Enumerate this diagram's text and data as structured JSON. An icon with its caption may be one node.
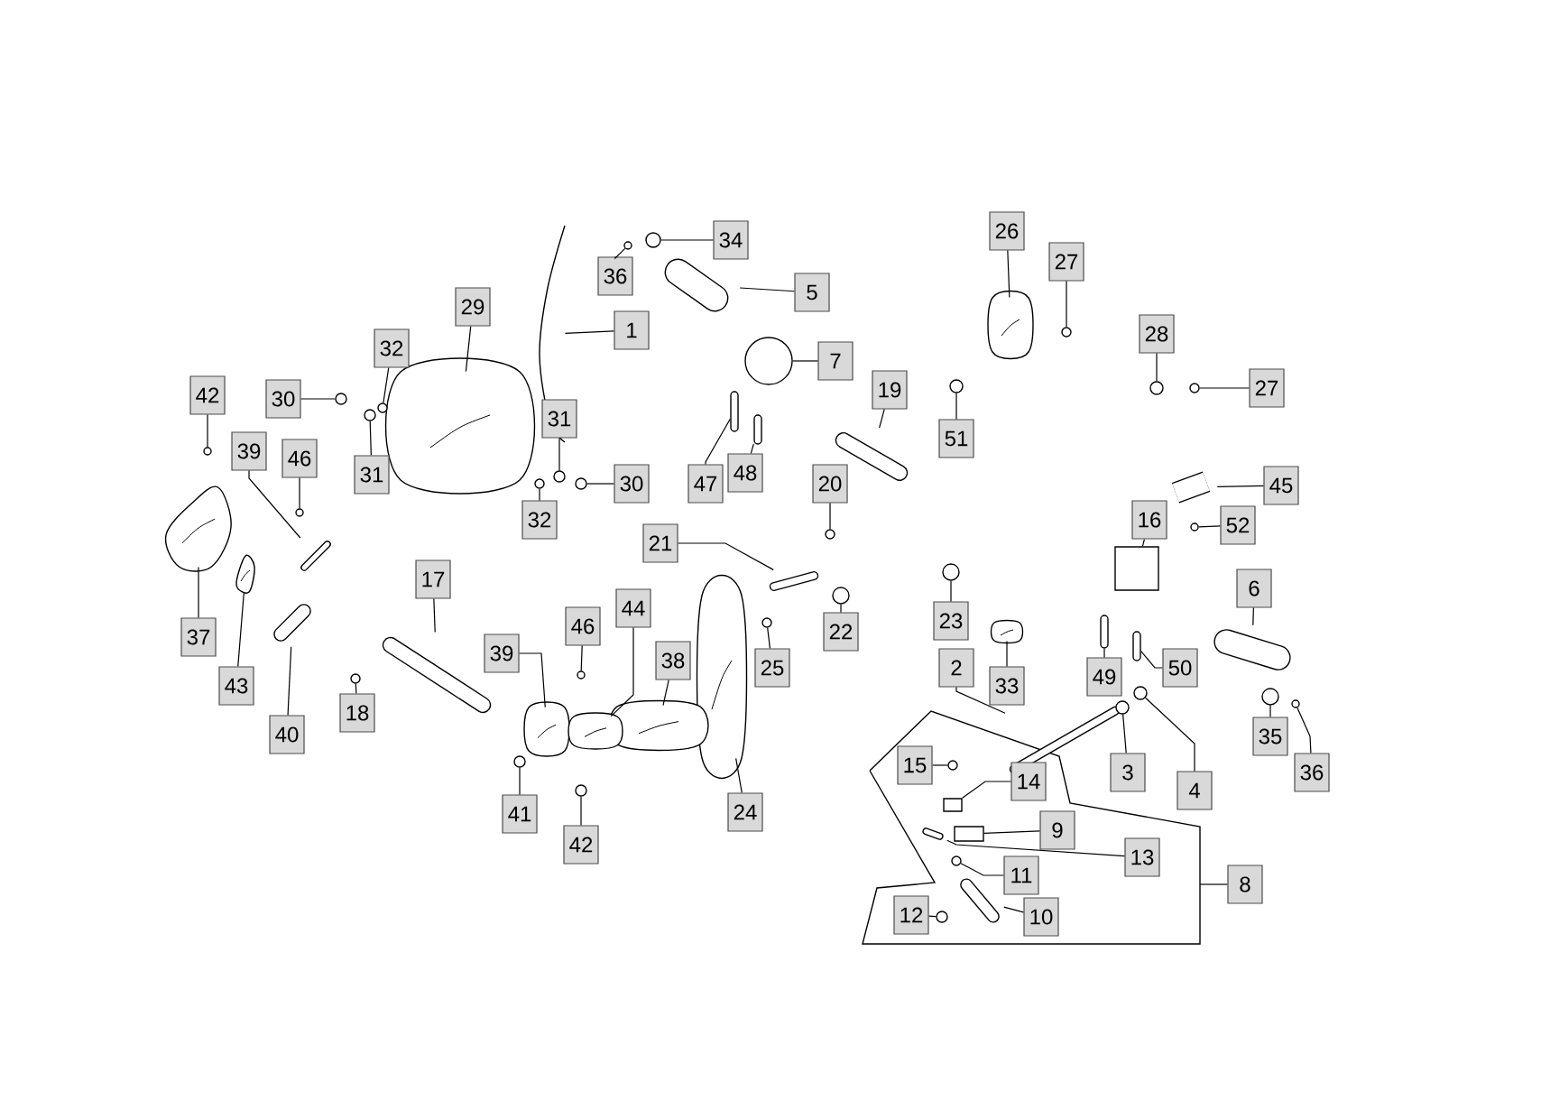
{
  "diagram": {
    "nodes": [
      {
        "text": [],
        "shape": "box"
      },
      {
        "text": [
          "1"
        ]
      },
      {
        "text": [
          "2"
        ]
      },
      {
        "text": [
          "3"
        ]
      },
      {
        "text": [
          "4"
        ]
      },
      {
        "text": [
          "5"
        ]
      },
      {
        "text": [
          "6"
        ]
      },
      {
        "text": [
          "7"
        ]
      },
      {
        "text": [
          "8"
        ]
      },
      {
        "text": [
          "9"
        ],
        "in": 0
      },
      {
        "text": [
          "10"
        ],
        "in": 0
      },
      {
        "text": [
          "11"
        ],
        "in": 0
      },
      {
        "text": [
          "12"
        ],
        "in": 0
      },
      {
        "text": [
          "13"
        ],
        "in": 0
      },
      {
        "text": [
          "14"
        ],
        "in": 0
      },
      {
        "text": [
          "15"
        ],
        "in": 0
      },
      {
        "text": [
          "16"
        ]
      },
      {
        "text": [
          "17"
        ]
      },
      {
        "text": [
          "18"
        ]
      },
      {
        "text": [
          "19"
        ]
      },
      {
        "text": [
          "20"
        ]
      },
      {
        "text": [
          "21"
        ]
      },
      {
        "text": [
          "22"
        ]
      },
      {
        "text": [
          "23"
        ]
      },
      {
        "text": [
          "24"
        ]
      },
      {
        "text": [
          "25"
        ]
      },
      {
        "text": [
          "26"
        ]
      },
      {
        "text": [
          "27"
        ]
      },
      {
        "text": [
          "27"
        ]
      },
      {
        "text": [
          "28"
        ]
      },
      {
        "text": [
          "29"
        ]
      },
      {
        "text": [
          "30"
        ]
      },
      {
        "text": [
          "30"
        ]
      },
      {
        "text": [
          "31"
        ]
      },
      {
        "text": [
          "31"
        ]
      },
      {
        "text": [
          "32"
        ]
      },
      {
        "text": [
          "32"
        ]
      },
      {
        "text": [
          "33"
        ]
      },
      {
        "text": [
          "34"
        ]
      },
      {
        "text": [
          "35"
        ]
      },
      {
        "text": [
          "36"
        ]
      },
      {
        "text": [
          "36"
        ]
      },
      {
        "text": [
          "37"
        ]
      },
      {
        "text": [
          "38"
        ]
      },
      {
        "text": [
          "39"
        ]
      },
      {
        "text": [
          "39"
        ]
      },
      {
        "text": [
          "40"
        ]
      },
      {
        "text": [
          "41"
        ]
      },
      {
        "text": [
          "42"
        ]
      },
      {
        "text": [
          "42"
        ]
      },
      {
        "text": [
          "43"
        ]
      },
      {
        "text": [
          "44"
        ]
      },
      {
        "text": [
          "45"
        ]
      },
      {
        "text": [
          "46"
        ]
      },
      {
        "text": [
          "46"
        ]
      },
      {
        "text": [
          "47"
        ]
      },
      {
        "text": [
          "48"
        ]
      },
      {
        "text": [
          "49"
        ]
      },
      {
        "text": [
          "50"
        ]
      },
      {
        "text": [
          "51"
        ]
      },
      {
        "text": [
          "52"
        ]
      },
      {
        "text": [],
        "shape": "picture"
      },
      {
        "text": [],
        "shape": "bar"
      },
      {
        "text": [],
        "shape": "circle"
      },
      {
        "text": [],
        "shape": "circle"
      },
      {
        "text": [],
        "shape": "bar"
      },
      {
        "text": [],
        "shape": "bar"
      },
      {
        "text": [],
        "shape": "circle"
      },
      {
        "text": [],
        "shape": "box",
        "in": 0
      },
      {
        "text": [],
        "shape": "bar",
        "in": 0
      },
      {
        "text": [],
        "shape": "circle",
        "in": 0
      },
      {
        "text": [],
        "shape": "circle",
        "in": 0
      },
      {
        "text": [],
        "shape": "bar",
        "in": 0
      },
      {
        "text": [],
        "shape": "box",
        "in": 0
      },
      {
        "text": [],
        "shape": "circle",
        "in": 0
      },
      {
        "text": [],
        "shape": "box"
      },
      {
        "text": [],
        "shape": "bar"
      },
      {
        "text": [],
        "shape": "circle"
      },
      {
        "text": [],
        "shape": "bar"
      },
      {
        "text": [],
        "shape": "circle"
      },
      {
        "text": [],
        "shape": "bar"
      },
      {
        "text": [],
        "shape": "circle"
      },
      {
        "text": [],
        "shape": "circle"
      },
      {
        "text": [],
        "shape": "picture"
      },
      {
        "text": [],
        "shape": "circle"
      },
      {
        "text": [],
        "shape": "picture"
      },
      {
        "text": [],
        "shape": "circle"
      },
      {
        "text": [],
        "shape": "circle"
      },
      {
        "text": [],
        "shape": "circle"
      },
      {
        "text": [],
        "shape": "picture"
      },
      {
        "text": [],
        "shape": "circle"
      },
      {
        "text": [],
        "shape": "circle"
      },
      {
        "text": [],
        "shape": "circle"
      },
      {
        "text": [],
        "shape": "circle"
      },
      {
        "text": [],
        "shape": "circle"
      },
      {
        "text": [],
        "shape": "circle"
      },
      {
        "text": [],
        "shape": "picture"
      },
      {
        "text": [],
        "shape": "circle"
      },
      {
        "text": [],
        "shape": "circle"
      },
      {
        "text": [],
        "shape": "circle"
      },
      {
        "text": [],
        "shape": "circle"
      },
      {
        "text": [],
        "shape": "picture"
      },
      {
        "text": [],
        "shape": "picture"
      },
      {
        "text": [],
        "shape": "bar"
      },
      {
        "text": [],
        "shape": "picture"
      },
      {
        "text": [],
        "shape": "bar"
      },
      {
        "text": [],
        "shape": "circle"
      },
      {
        "text": [],
        "shape": "circle"
      },
      {
        "text": [],
        "shape": "circle"
      },
      {
        "text": [],
        "shape": "picture"
      },
      {
        "text": [],
        "shape": "picture"
      },
      {
        "text": [],
        "shape": "box"
      },
      {
        "text": [],
        "shape": "circle"
      },
      {
        "text": [],
        "shape": "circle"
      },
      {
        "text": [],
        "shape": "bar"
      },
      {
        "text": [],
        "shape": "bar"
      },
      {
        "text": [],
        "shape": "bar"
      },
      {
        "text": [],
        "shape": "bar"
      },
      {
        "text": [],
        "shape": "circle"
      },
      {
        "text": [],
        "shape": "circle"
      }
    ],
    "edges": [
      {
        "from": 1,
        "to": 61,
        "arrow": "none"
      },
      {
        "from": 2,
        "to": 62,
        "arrow": "none"
      },
      {
        "from": 3,
        "to": 63,
        "arrow": "none"
      },
      {
        "from": 4,
        "to": 64,
        "arrow": "none"
      },
      {
        "from": 5,
        "to": 65,
        "arrow": "none"
      },
      {
        "from": 6,
        "to": 66,
        "arrow": "none"
      },
      {
        "from": 7,
        "to": 67,
        "arrow": "none"
      },
      {
        "from": 8,
        "to": 0,
        "arrow": "none"
      },
      {
        "from": 9,
        "to": 68,
        "arrow": "none"
      },
      {
        "from": 10,
        "to": 69,
        "arrow": "none"
      },
      {
        "from": 11,
        "to": 71,
        "arrow": "none"
      },
      {
        "from": 12,
        "to": 74,
        "arrow": "none"
      },
      {
        "from": 13,
        "to": 72,
        "arrow": "none"
      },
      {
        "from": 14,
        "to": 73,
        "arrow": "none"
      },
      {
        "from": 15,
        "to": 70,
        "arrow": "none"
      },
      {
        "from": 16,
        "to": 75,
        "arrow": "none"
      },
      {
        "from": 17,
        "to": 76,
        "arrow": "none"
      },
      {
        "from": 18,
        "to": 77,
        "arrow": "none"
      },
      {
        "from": 19,
        "to": 78,
        "arrow": "none"
      },
      {
        "from": 20,
        "to": 79,
        "arrow": "none"
      },
      {
        "from": 21,
        "to": 80,
        "arrow": "none"
      },
      {
        "from": 22,
        "to": 81,
        "arrow": "none"
      },
      {
        "from": 23,
        "to": 82,
        "arrow": "none"
      },
      {
        "from": 24,
        "to": 83,
        "arrow": "none"
      },
      {
        "from": 25,
        "to": 84,
        "arrow": "none"
      },
      {
        "from": 26,
        "to": 85,
        "arrow": "none"
      },
      {
        "from": 27,
        "to": 86,
        "arrow": "none"
      },
      {
        "from": 28,
        "to": 87,
        "arrow": "none"
      },
      {
        "from": 29,
        "to": 88,
        "arrow": "none"
      },
      {
        "from": 30,
        "to": 89,
        "arrow": "none"
      },
      {
        "from": 31,
        "to": 90,
        "arrow": "none"
      },
      {
        "from": 32,
        "to": 91,
        "arrow": "none"
      },
      {
        "from": 33,
        "to": 92,
        "arrow": "none"
      },
      {
        "from": 34,
        "to": 93,
        "arrow": "none"
      },
      {
        "from": 35,
        "to": 94,
        "arrow": "none"
      },
      {
        "from": 36,
        "to": 95,
        "arrow": "none"
      },
      {
        "from": 37,
        "to": 96,
        "arrow": "none"
      },
      {
        "from": 38,
        "to": 97,
        "arrow": "none"
      },
      {
        "from": 39,
        "to": 98,
        "arrow": "none"
      },
      {
        "from": 40,
        "to": 99,
        "arrow": "none"
      },
      {
        "from": 41,
        "to": 100,
        "arrow": "none"
      },
      {
        "from": 42,
        "to": 101,
        "arrow": "none"
      },
      {
        "from": 43,
        "to": 102,
        "arrow": "none"
      },
      {
        "from": 44,
        "to": 103,
        "arrow": "none"
      },
      {
        "from": 45,
        "to": 104,
        "arrow": "none"
      },
      {
        "from": 46,
        "to": 105,
        "arrow": "none"
      },
      {
        "from": 47,
        "to": 106,
        "arrow": "none"
      },
      {
        "from": 48,
        "to": 107,
        "arrow": "none"
      },
      {
        "from": 49,
        "to": 108,
        "arrow": "none"
      },
      {
        "from": 50,
        "to": 109,
        "arrow": "none"
      },
      {
        "from": 51,
        "to": 110,
        "arrow": "none"
      },
      {
        "from": 52,
        "to": 111,
        "arrow": "none"
      },
      {
        "from": 53,
        "to": 112,
        "arrow": "none"
      },
      {
        "from": 54,
        "to": 113,
        "arrow": "none"
      },
      {
        "from": 55,
        "to": 114,
        "arrow": "none"
      },
      {
        "from": 56,
        "to": 115,
        "arrow": "none"
      },
      {
        "from": 57,
        "to": 116,
        "arrow": "none"
      },
      {
        "from": 58,
        "to": 117,
        "arrow": "none"
      },
      {
        "from": 59,
        "to": 118,
        "arrow": "none"
      },
      {
        "from": 60,
        "to": 119,
        "arrow": "none"
      }
    ]
  }
}
